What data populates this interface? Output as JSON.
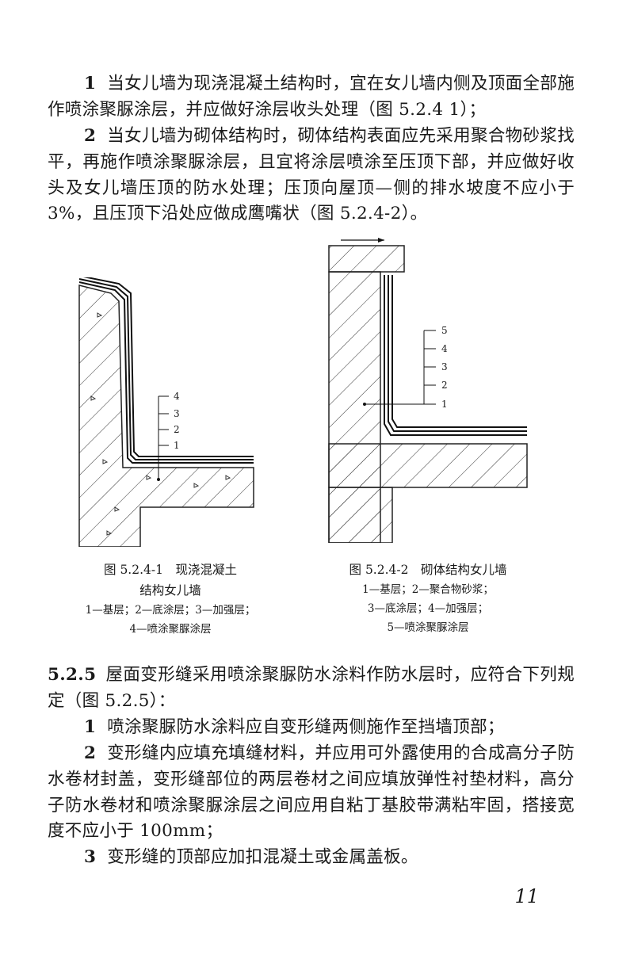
{
  "paragraphs_top": [
    {
      "num": "1",
      "text": "当女儿墙为现浇混凝土结构时，宜在女儿墙内侧及顶面全部施作喷涂聚脲涂层，并应做好涂层收头处理（图 5.2.4 1）；"
    },
    {
      "num": "2",
      "text": "当女儿墙为砌体结构时，砌体结构表面应先采用聚合物砂浆找平，再施作喷涂聚脲涂层，且宜将涂层喷涂至压顶下部，并应做好收头及女儿墙压顶的防水处理；压顶向屋顶—侧的排水坡度不应小于 3%，且压顶下沿处应做成鹰嘴状（图 5.2.4-2）。"
    }
  ],
  "figure1": {
    "labels": [
      "4",
      "3",
      "2",
      "1"
    ],
    "caption_line1": "图 5.2.4-1　现浇混凝土",
    "caption_line2": "结构女儿墙",
    "legend_line1": "1—基层；2—底涂层；3—加强层；",
    "legend_line2": "4—喷涂聚脲涂层"
  },
  "figure2": {
    "labels": [
      "5",
      "4",
      "3",
      "2",
      "1"
    ],
    "caption_line1": "图 5.2.4-2　砌体结构女儿墙",
    "legend_line1": "1—基层；2—聚合物砂浆；",
    "legend_line2": "3—底涂层；4—加强层；",
    "legend_line3": "5—喷涂聚脲涂层"
  },
  "section": {
    "number": "5.2.5",
    "text": "屋面变形缝采用喷涂聚脲防水涂料作防水层时，应符合下列规定（图 5.2.5）：",
    "items": [
      {
        "num": "1",
        "text": "喷涂聚脲防水涂料应自变形缝两侧施作至挡墙顶部；"
      },
      {
        "num": "2",
        "text": "变形缝内应填充填缝材料，并应用可外露使用的合成高分子防水卷材封盖，变形缝部位的两层卷材之间应填放弹性衬垫材料，高分子防水卷材和喷涂聚脲涂层之间应用自粘丁基胶带满粘牢固，搭接宽度不应小于 100mm；"
      },
      {
        "num": "3",
        "text": "变形缝的顶部应加扣混凝土或金属盖板。"
      }
    ]
  },
  "page_number": "11"
}
